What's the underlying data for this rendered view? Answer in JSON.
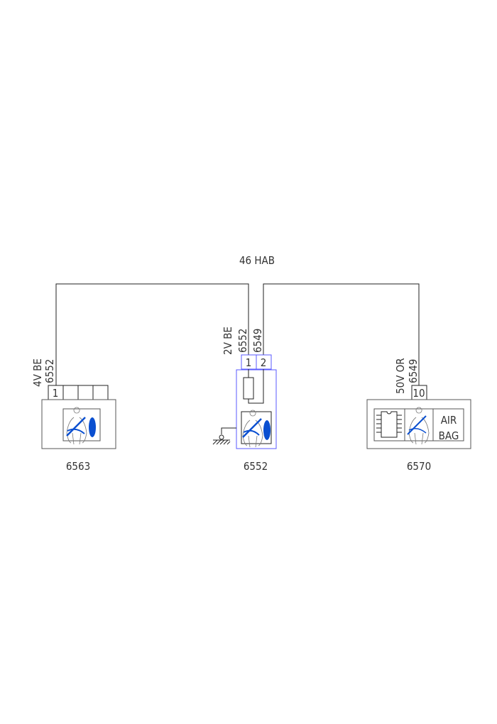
{
  "harness": {
    "label": "46 HAB"
  },
  "components": [
    {
      "id": "6563",
      "wire_color_label": "4V BE",
      "wire_number": "6552",
      "pins": [
        "1",
        "",
        "",
        ""
      ],
      "icons": [
        "seatbelt-airbag-icon"
      ]
    },
    {
      "id": "6552",
      "wire_color_label": "2V BE",
      "wire_numbers": [
        "6552",
        "6549"
      ],
      "pins": [
        "1",
        "2"
      ],
      "icons": [
        "resistor-icon",
        "seatbelt-airbag-icon",
        "ground-icon"
      ]
    },
    {
      "id": "6570",
      "wire_color_label": "50V OR",
      "wire_number": "6549",
      "pins": [
        "10"
      ],
      "icons": [
        "ecu-chip-icon",
        "seatbelt-icon"
      ],
      "icon_text": [
        "AIR",
        "BAG"
      ]
    }
  ],
  "colors": {
    "wire": "#222222",
    "highlight": "#5a5aff",
    "icon_blue": "#0a4fd0"
  }
}
